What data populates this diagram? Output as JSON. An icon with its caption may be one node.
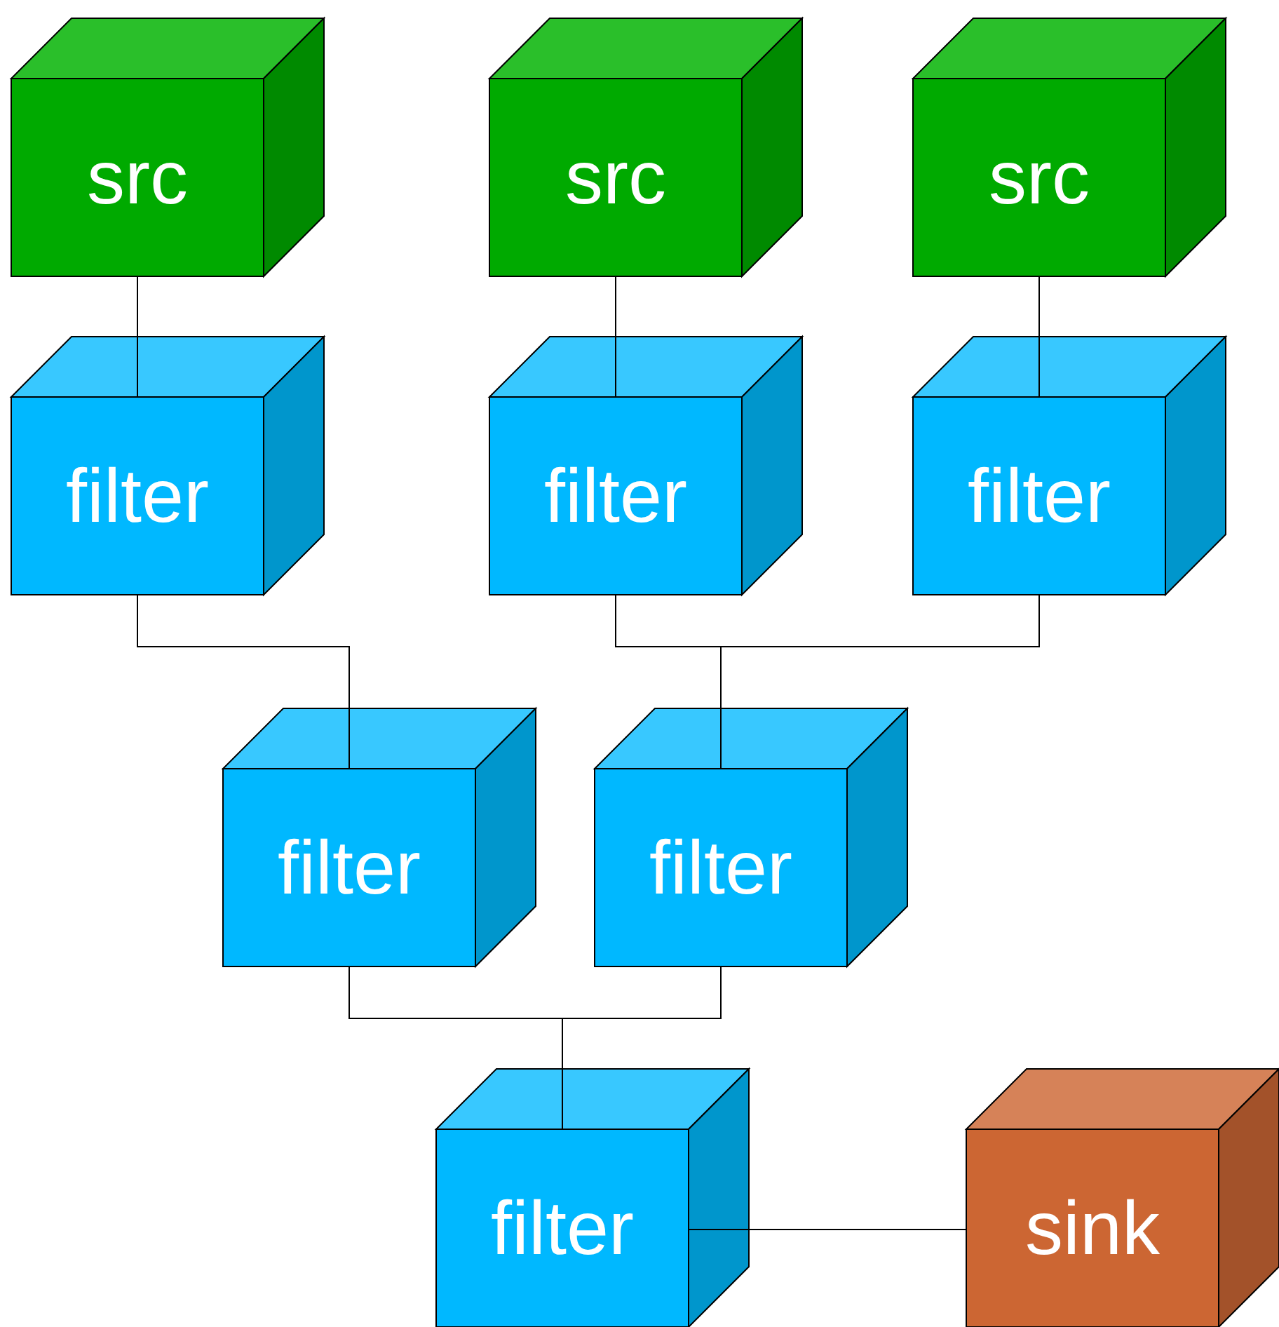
{
  "diagram": {
    "nodes": [
      {
        "text": [
          "src"
        ]
      },
      {
        "text": [
          "src"
        ]
      },
      {
        "text": [
          "src"
        ]
      },
      {
        "text": [
          "filter"
        ]
      },
      {
        "text": [
          "filter"
        ]
      },
      {
        "text": [
          "filter"
        ]
      },
      {
        "text": [
          "filter"
        ]
      },
      {
        "text": [
          "filter"
        ]
      },
      {
        "text": [
          "filter"
        ]
      },
      {
        "text": [
          "sink"
        ]
      }
    ],
    "edges": [
      {
        "from": 0,
        "to": 3,
        "arrow": "none"
      },
      {
        "from": 1,
        "to": 4,
        "arrow": "none"
      },
      {
        "from": 2,
        "to": 5,
        "arrow": "none"
      },
      {
        "from": 3,
        "to": 6,
        "arrow": "none"
      },
      {
        "from": 4,
        "to": 7,
        "arrow": "none"
      },
      {
        "from": 5,
        "to": 7,
        "arrow": "none"
      },
      {
        "from": 6,
        "to": 8,
        "arrow": "none"
      },
      {
        "from": 7,
        "to": 8,
        "arrow": "none"
      },
      {
        "from": 8,
        "to": 9,
        "arrow": "none"
      }
    ]
  }
}
